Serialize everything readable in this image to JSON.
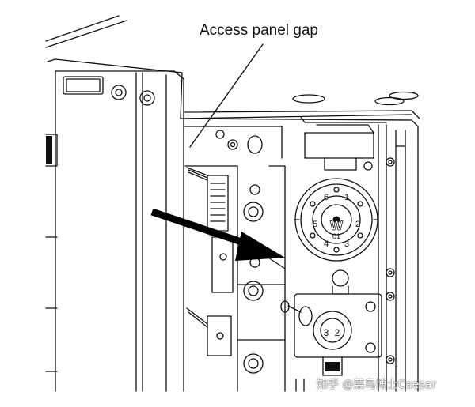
{
  "diagram": {
    "callout_label": "Access panel gap",
    "valve_top_letter": "W",
    "valve_top_number": "01",
    "valve_top_ports": [
      "1",
      "2",
      "3",
      "4",
      "5",
      "6"
    ],
    "valve_bottom_digits": [
      "3",
      "2"
    ],
    "watermark": "知乎 @菜鸟博士Caesar",
    "line_color": "#111111",
    "arrow_color": "#000000"
  }
}
